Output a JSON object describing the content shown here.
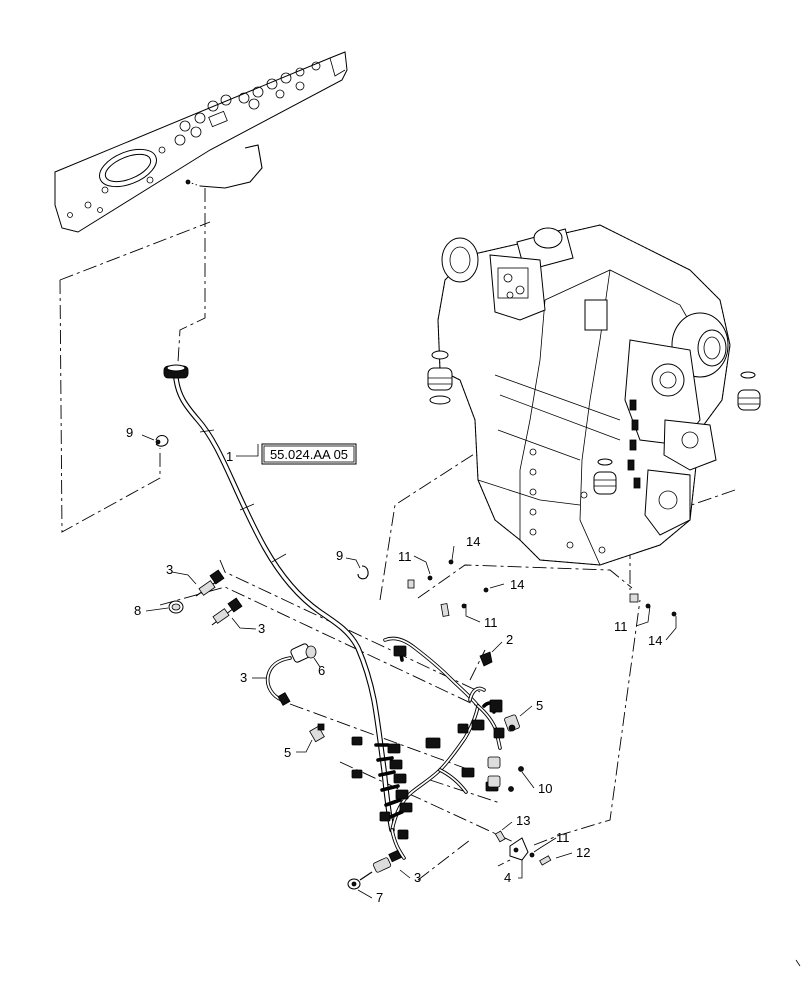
{
  "reference": "55.024.AA 05",
  "callouts": [
    {
      "id": "c1",
      "text": "1"
    },
    {
      "id": "c2",
      "text": "2"
    },
    {
      "id": "c3a",
      "text": "3"
    },
    {
      "id": "c3b",
      "text": "3"
    },
    {
      "id": "c3c",
      "text": "3"
    },
    {
      "id": "c3d",
      "text": "3"
    },
    {
      "id": "c4",
      "text": "4"
    },
    {
      "id": "c5a",
      "text": "5"
    },
    {
      "id": "c5b",
      "text": "5"
    },
    {
      "id": "c6",
      "text": "6"
    },
    {
      "id": "c7",
      "text": "7"
    },
    {
      "id": "c8",
      "text": "8"
    },
    {
      "id": "c9a",
      "text": "9"
    },
    {
      "id": "c9b",
      "text": "9"
    },
    {
      "id": "c10",
      "text": "10"
    },
    {
      "id": "c11a",
      "text": "11"
    },
    {
      "id": "c11b",
      "text": "11"
    },
    {
      "id": "c11c",
      "text": "11"
    },
    {
      "id": "c11d",
      "text": "11"
    },
    {
      "id": "c12",
      "text": "12"
    },
    {
      "id": "c13",
      "text": "13"
    },
    {
      "id": "c14a",
      "text": "14"
    },
    {
      "id": "c14b",
      "text": "14"
    },
    {
      "id": "c14c",
      "text": "14"
    }
  ]
}
